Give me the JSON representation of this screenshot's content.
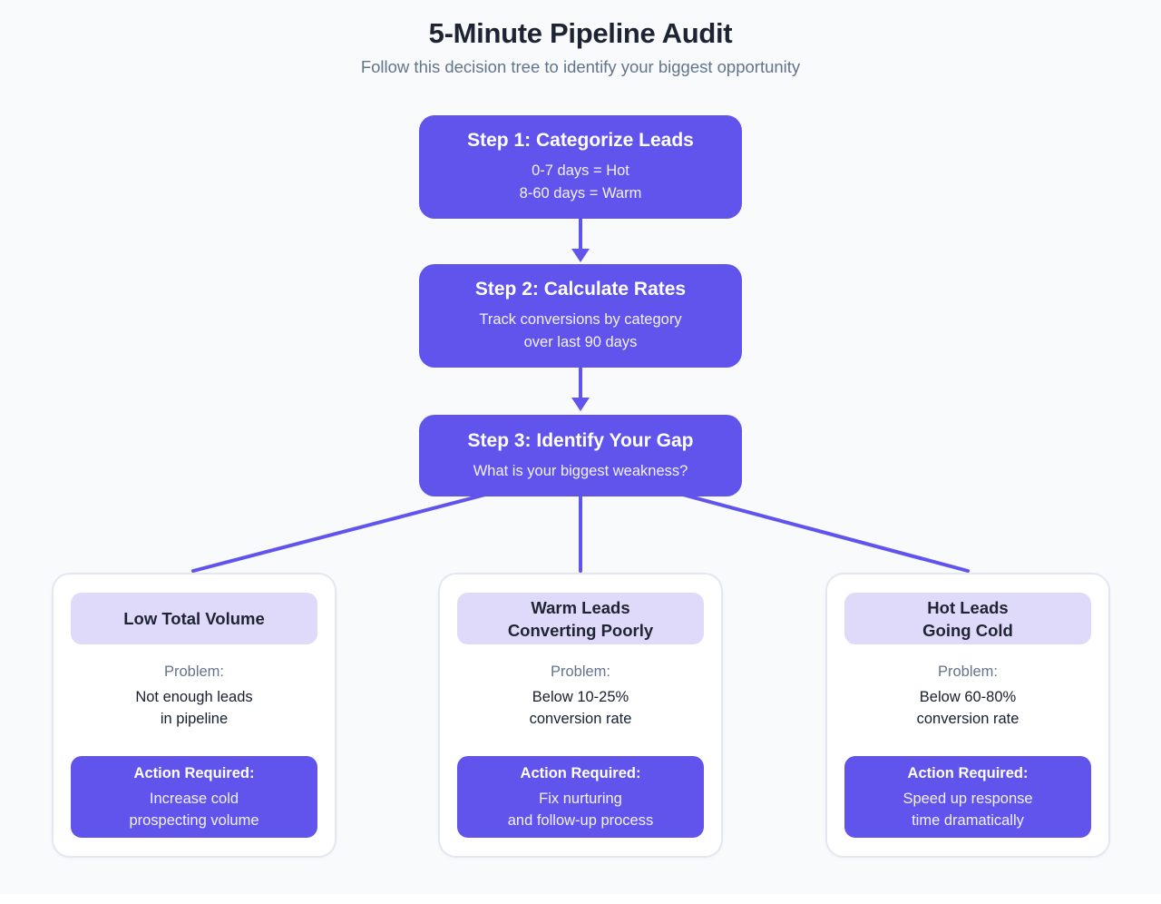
{
  "header": {
    "title": "5-Minute Pipeline Audit",
    "subtitle": "Follow this decision tree to identify your biggest opportunity"
  },
  "steps": [
    {
      "title": "Step 1: Categorize Leads",
      "lines": [
        "0-7 days = Hot",
        "8-60 days = Warm"
      ]
    },
    {
      "title": "Step 2: Calculate Rates",
      "lines": [
        "Track conversions by category",
        "over last 90 days"
      ]
    },
    {
      "title": "Step 3: Identify Your Gap",
      "lines": [
        "What is your biggest weakness?"
      ]
    }
  ],
  "branches": [
    {
      "header": [
        "Low Total Volume"
      ],
      "problem_label": "Problem:",
      "problem": [
        "Not enough leads",
        "in pipeline"
      ],
      "action_label": "Action Required:",
      "action": [
        "Increase cold",
        "prospecting volume"
      ]
    },
    {
      "header": [
        "Warm Leads",
        "Converting Poorly"
      ],
      "problem_label": "Problem:",
      "problem": [
        "Below 10-25%",
        "conversion rate"
      ],
      "action_label": "Action Required:",
      "action": [
        "Fix nurturing",
        "and follow-up process"
      ]
    },
    {
      "header": [
        "Hot Leads",
        "Going Cold"
      ],
      "problem_label": "Problem:",
      "problem": [
        "Below 60-80%",
        "conversion rate"
      ],
      "action_label": "Action Required:",
      "action": [
        "Speed up response",
        "time dramatically"
      ]
    }
  ],
  "colors": {
    "accent_purple": "#6154ed",
    "accent_lavender": "#dfdafa",
    "heading_text": "#1e2433",
    "muted_text": "#64748b",
    "background": "#f8fafc",
    "card_border": "#e3e8f0"
  }
}
